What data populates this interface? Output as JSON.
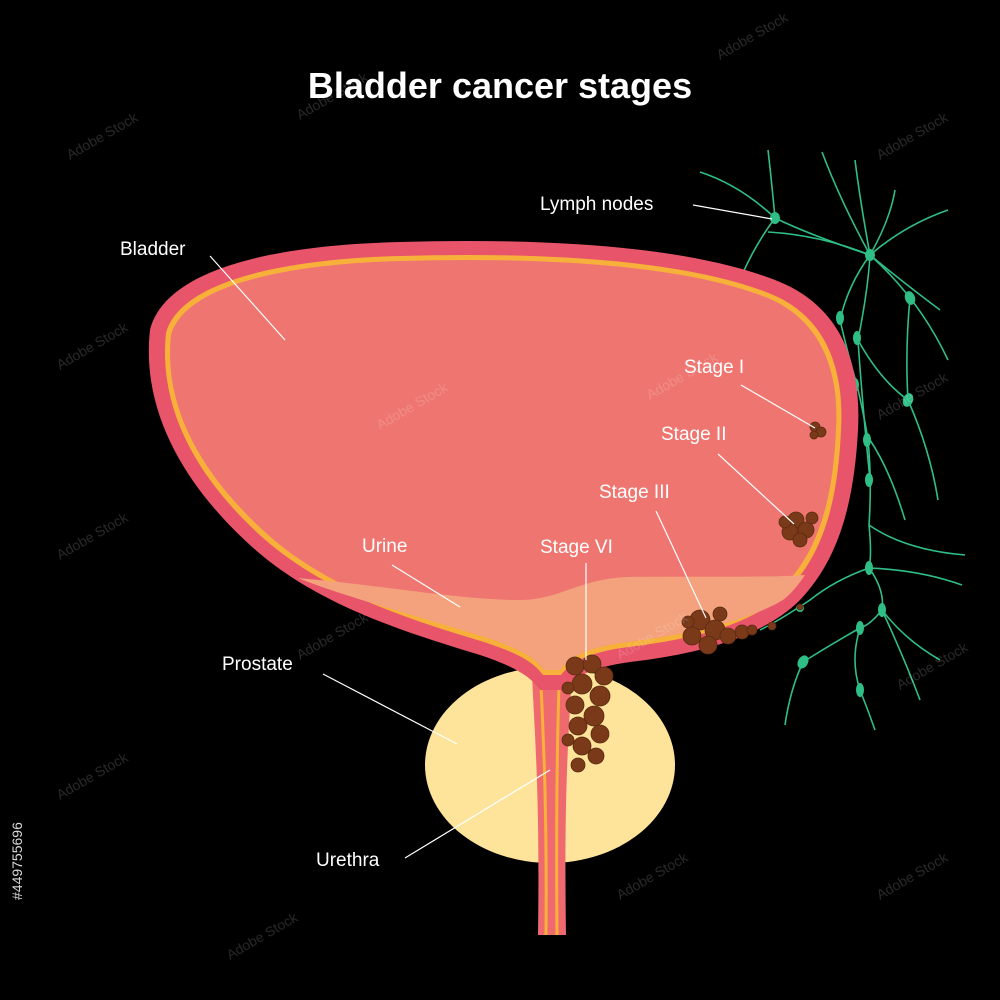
{
  "title": "Bladder cancer stages",
  "labels": {
    "bladder": "Bladder",
    "lymph_nodes": "Lymph nodes",
    "stage_1": "Stage I",
    "stage_2": "Stage II",
    "stage_3": "Stage III",
    "stage_6": "Stage VI",
    "urine": "Urine",
    "prostate": "Prostate",
    "urethra": "Urethra"
  },
  "watermark": {
    "brand": "Adobe Stock",
    "id": "#449755696"
  },
  "colors": {
    "background": "#000000",
    "bladder_wall": "#e8546a",
    "bladder_inner": "#ef7670",
    "lining": "#f7b13a",
    "urine": "#f3a27d",
    "prostate": "#fde49a",
    "tumor": "#7a3a1a",
    "lymph": "#2fbf86"
  }
}
